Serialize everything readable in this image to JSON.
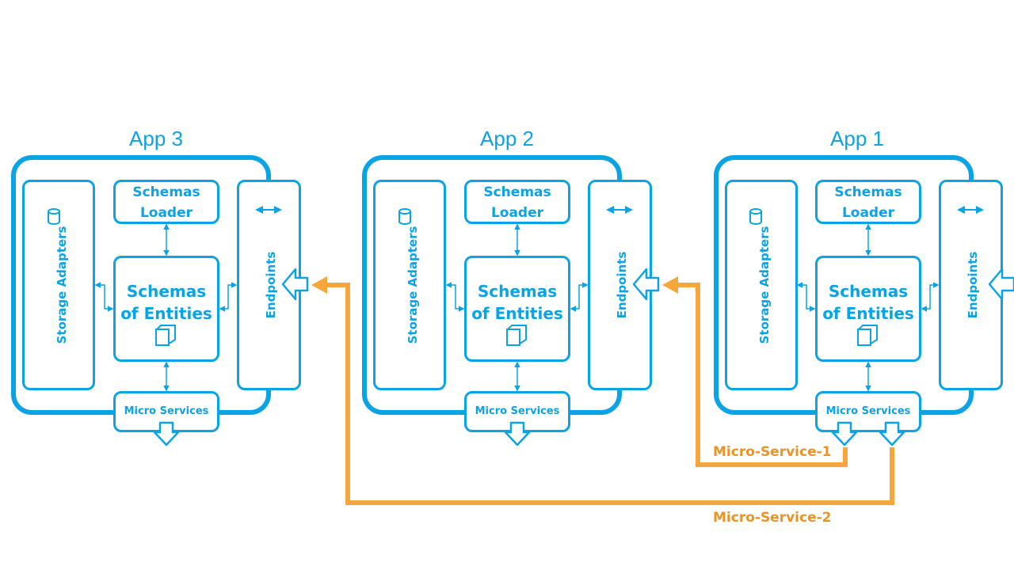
{
  "apps": [
    {
      "title": "App 3",
      "schemas_loader": [
        "Schemas",
        "Loader"
      ],
      "schemas_entities": [
        "Schemas",
        "of Entities"
      ],
      "storage_adapters": "Storage Adapters",
      "endpoints": "Endpoints",
      "micro_services": "Micro Services"
    },
    {
      "title": "App 2",
      "schemas_loader": [
        "Schemas",
        "Loader"
      ],
      "schemas_entities": [
        "Schemas",
        "of Entities"
      ],
      "storage_adapters": "Storage Adapters",
      "endpoints": "Endpoints",
      "micro_services": "Micro Services"
    },
    {
      "title": "App 1",
      "schemas_loader": [
        "Schemas",
        "Loader"
      ],
      "schemas_entities": [
        "Schemas",
        "of Entities"
      ],
      "storage_adapters": "Storage Adapters",
      "endpoints": "Endpoints",
      "micro_services": "Micro Services"
    }
  ],
  "flows": [
    {
      "label": "Micro-Service-1",
      "from": "App 1",
      "to": "App 2"
    },
    {
      "label": "Micro-Service-2",
      "from": "App 1",
      "to": "App 3"
    }
  ],
  "colors": {
    "primary": "#0aa3e6",
    "flow": "#f5a73d",
    "flow_text": "#ea9326"
  },
  "icons": [
    "database-icon",
    "double-arrow-icon",
    "document-stack-icon",
    "hollow-arrow-icon"
  ]
}
